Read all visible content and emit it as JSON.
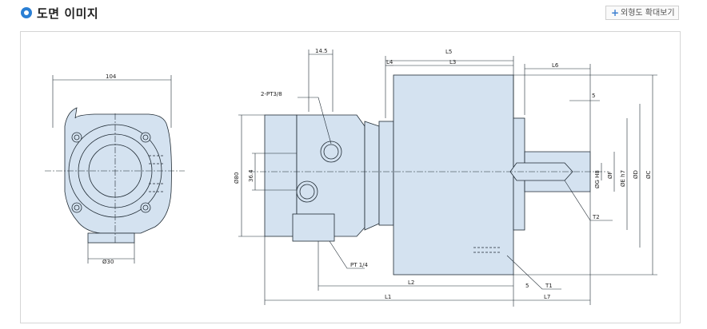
{
  "header": {
    "title": "도면 이미지",
    "enlarge_button": {
      "plus": "+",
      "label": "외형도 확대보기"
    }
  },
  "drawing": {
    "labels": {
      "w104": "104",
      "d30": "Ø30",
      "d145": "14.5",
      "l4": "L4",
      "l5": "L5",
      "l3": "L3",
      "l6": "L6",
      "five_top": "5",
      "pt38": "2-PT3/8",
      "d80": "Ø80",
      "v364": "36.4",
      "g": "ØG H8",
      "f": "ØF",
      "e": "ØE h7",
      "d": "ØD",
      "c": "ØC",
      "t2": "T2",
      "pt14": "PT 1/4",
      "l2": "L2",
      "five_bottom": "5",
      "t1": "T1",
      "l1": "L1",
      "l7": "L7"
    },
    "colors": {
      "fill": "#d4e2f0",
      "line": "#1f2a33"
    }
  }
}
